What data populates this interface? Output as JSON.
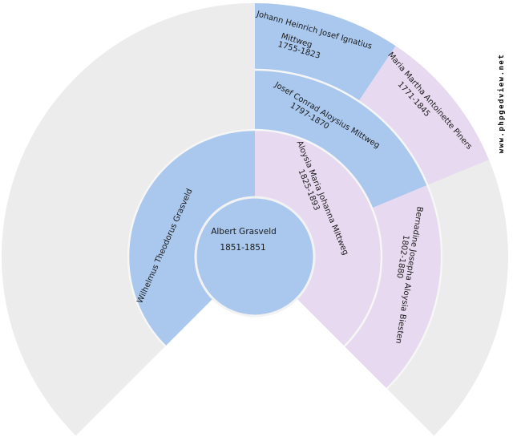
{
  "chart": {
    "type": "genealogy-fan-chart",
    "fan_degrees": 270,
    "generations_shown": 4,
    "colors": {
      "male": "#aac8ee",
      "female": "#e7d9f0",
      "unknown": "#ececec",
      "separator": "#f6f6f6",
      "disc_outline": "#f2f2f2",
      "text": "#1a1a1a",
      "background": "#ffffff"
    },
    "people": {
      "center": {
        "name": "Albert Grasveld",
        "dates": "1851-1851",
        "sex": "male"
      },
      "father": {
        "name": "Wilhelmus Theodorus Grasveld",
        "dates": "",
        "sex": "male"
      },
      "mother": {
        "name": "Aloysia Maria Johanna Mittweg",
        "dates": "1825-1893",
        "sex": "female"
      },
      "maternal_grandfather": {
        "name": "Josef Conrad Aloysius Mittweg",
        "dates": "1797-1870",
        "sex": "male"
      },
      "maternal_grandmother": {
        "name": "Bernadine Josepha Aloysia Biesten",
        "dates": "1802-1880",
        "sex": "female"
      },
      "mat_great_grandfather": {
        "name": "Johann Heinrich Josef Ignatius Mittweg",
        "name_lines": [
          "Johann Heinrich Josef Ignatius",
          "Mittweg"
        ],
        "dates": "1755-1823",
        "sex": "male"
      },
      "mat_great_grandmother": {
        "name": "Maria Martha Antoinette Piners",
        "dates": "1771-1845",
        "sex": "female"
      }
    }
  },
  "watermark": {
    "text": "www.phpgedview.net"
  }
}
